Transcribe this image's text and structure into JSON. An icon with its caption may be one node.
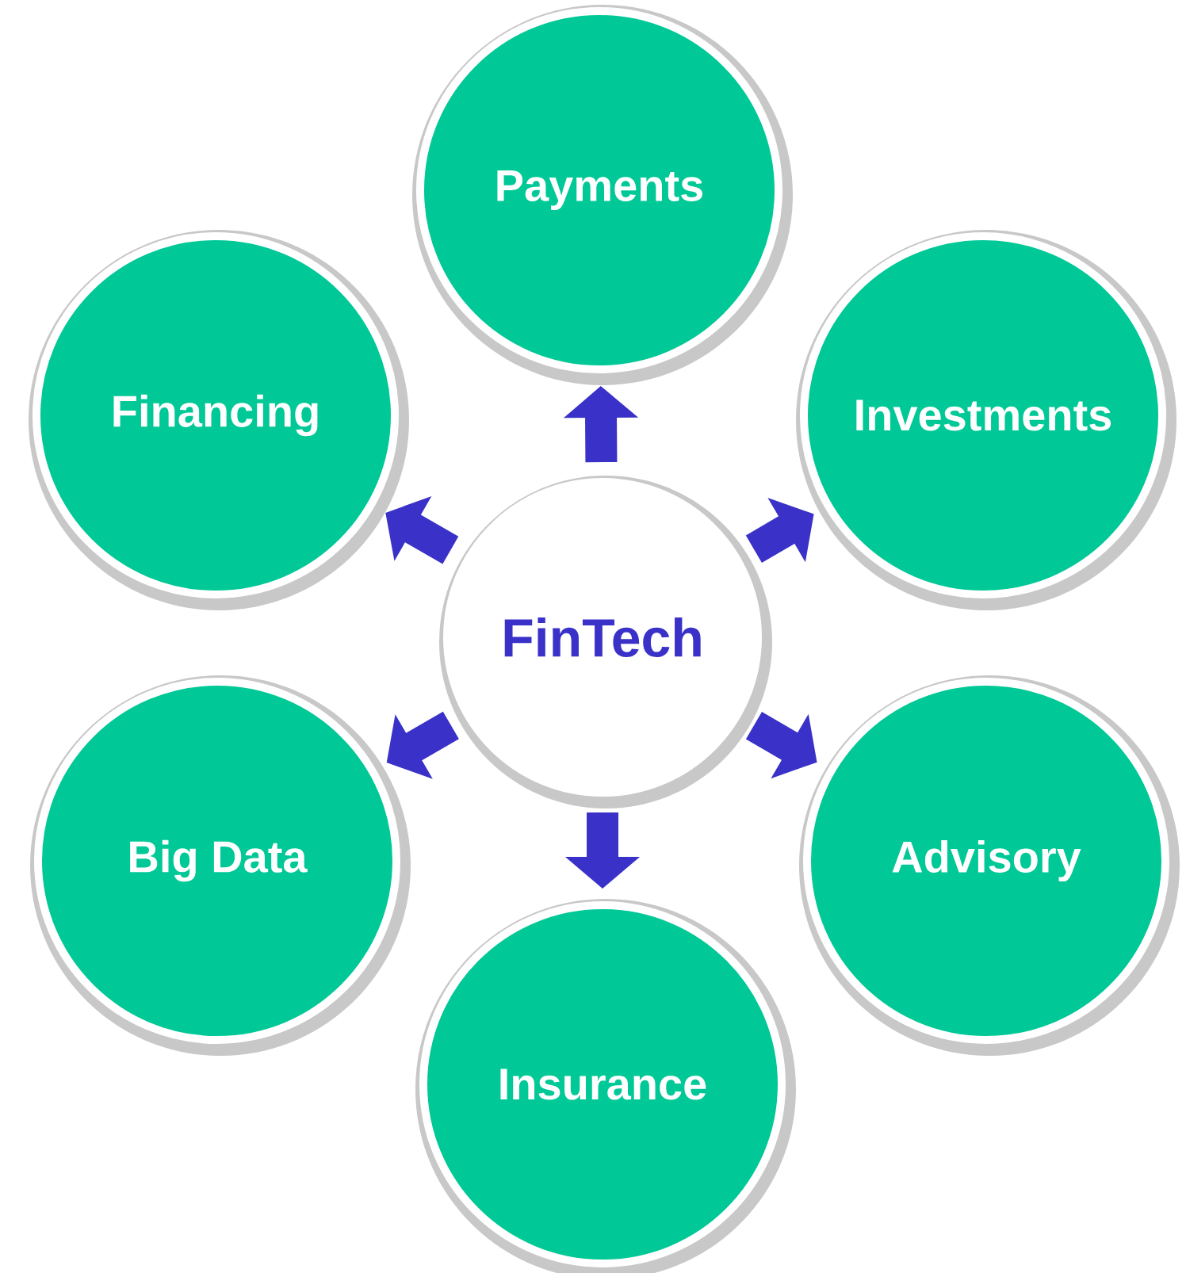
{
  "diagram": {
    "nodes": [
      {
        "text": [
          "FinTech"
        ]
      },
      {
        "text": [
          "Payments"
        ]
      },
      {
        "text": [
          "Investments"
        ]
      },
      {
        "text": [
          "Advisory"
        ]
      },
      {
        "text": [
          "Insurance"
        ]
      },
      {
        "text": [
          "Big Data"
        ]
      },
      {
        "text": [
          "Financing"
        ]
      }
    ],
    "edges": [
      {
        "from": 0,
        "to": 1,
        "arrow": "to"
      },
      {
        "from": 0,
        "to": 2,
        "arrow": "to"
      },
      {
        "from": 0,
        "to": 3,
        "arrow": "to"
      },
      {
        "from": 0,
        "to": 4,
        "arrow": "to"
      },
      {
        "from": 0,
        "to": 5,
        "arrow": "to"
      },
      {
        "from": 0,
        "to": 6,
        "arrow": "to"
      }
    ]
  }
}
